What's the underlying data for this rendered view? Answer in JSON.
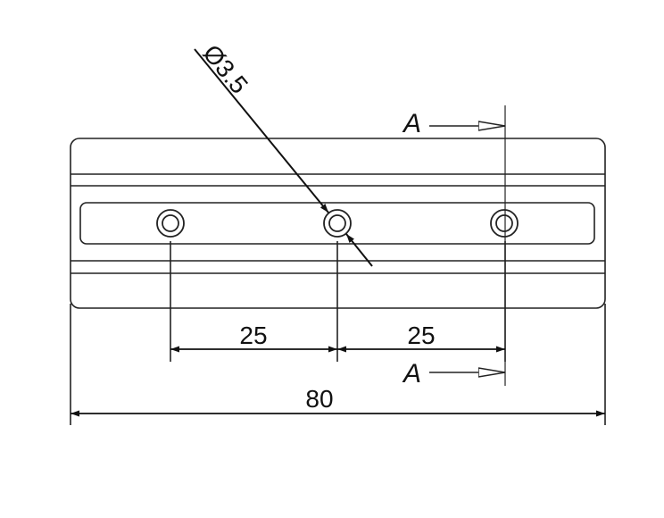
{
  "diagram": {
    "dimensions": {
      "pitch_left": "25",
      "pitch_right": "25",
      "overall_length": "80",
      "hole_diameter": "Ø3.5"
    },
    "section_markers": {
      "top": "A",
      "bottom": "A"
    },
    "units_visible": false,
    "line_color": "#222222"
  }
}
